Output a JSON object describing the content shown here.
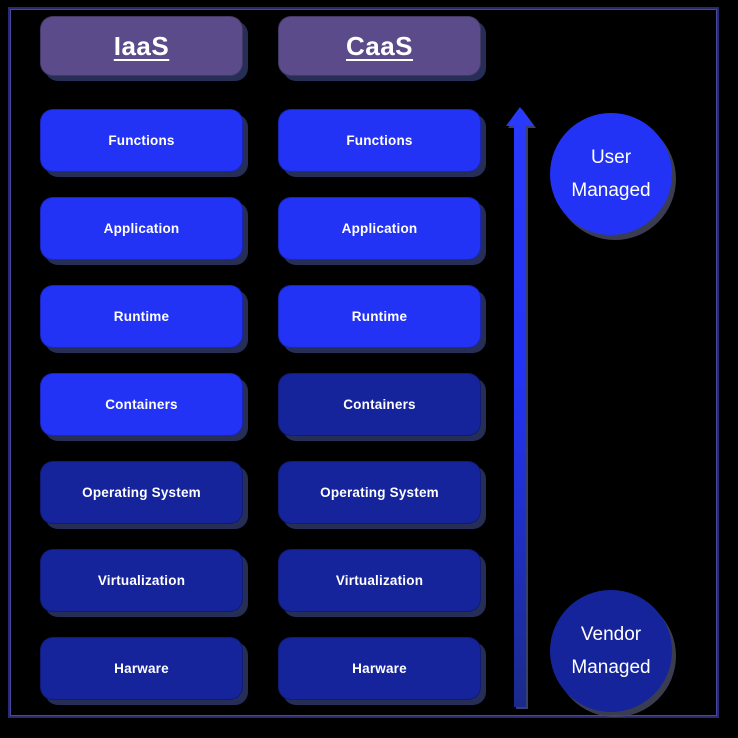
{
  "diagram": {
    "title": "IaaS vs CaaS responsibility stack",
    "background_color": "#000000",
    "frame_color": "#2a2a72",
    "colors": {
      "header_purple": "#5b4b8a",
      "user_managed_blue": "#2233f5",
      "vendor_managed_blue": "#15249b",
      "shadow": "#28305a",
      "text": "#ffffff"
    }
  },
  "columns": [
    {
      "id": "iaas",
      "header": "IaaS",
      "layers": [
        {
          "label": "Functions",
          "managed_by": "user"
        },
        {
          "label": "Application",
          "managed_by": "user"
        },
        {
          "label": "Runtime",
          "managed_by": "user"
        },
        {
          "label": "Containers",
          "managed_by": "user"
        },
        {
          "label": "Operating System",
          "managed_by": "vendor"
        },
        {
          "label": "Virtualization",
          "managed_by": "vendor"
        },
        {
          "label": "Harware",
          "managed_by": "vendor"
        }
      ]
    },
    {
      "id": "caas",
      "header": "CaaS",
      "layers": [
        {
          "label": "Functions",
          "managed_by": "user"
        },
        {
          "label": "Application",
          "managed_by": "user"
        },
        {
          "label": "Runtime",
          "managed_by": "user"
        },
        {
          "label": "Containers",
          "managed_by": "vendor"
        },
        {
          "label": "Operating System",
          "managed_by": "vendor"
        },
        {
          "label": "Virtualization",
          "managed_by": "vendor"
        },
        {
          "label": "Harware",
          "managed_by": "vendor"
        }
      ]
    }
  ],
  "legend": {
    "top_circle": {
      "line1": "User",
      "line2": "Managed",
      "color": "#2233f5"
    },
    "bottom_circle": {
      "line1": "Vendor",
      "line2": "Managed",
      "color": "#15249b"
    }
  },
  "arrow": {
    "name": "upward-responsibility-arrow",
    "direction": "up",
    "color_top": "#2233f5",
    "color_bottom": "#1a2a8a"
  }
}
